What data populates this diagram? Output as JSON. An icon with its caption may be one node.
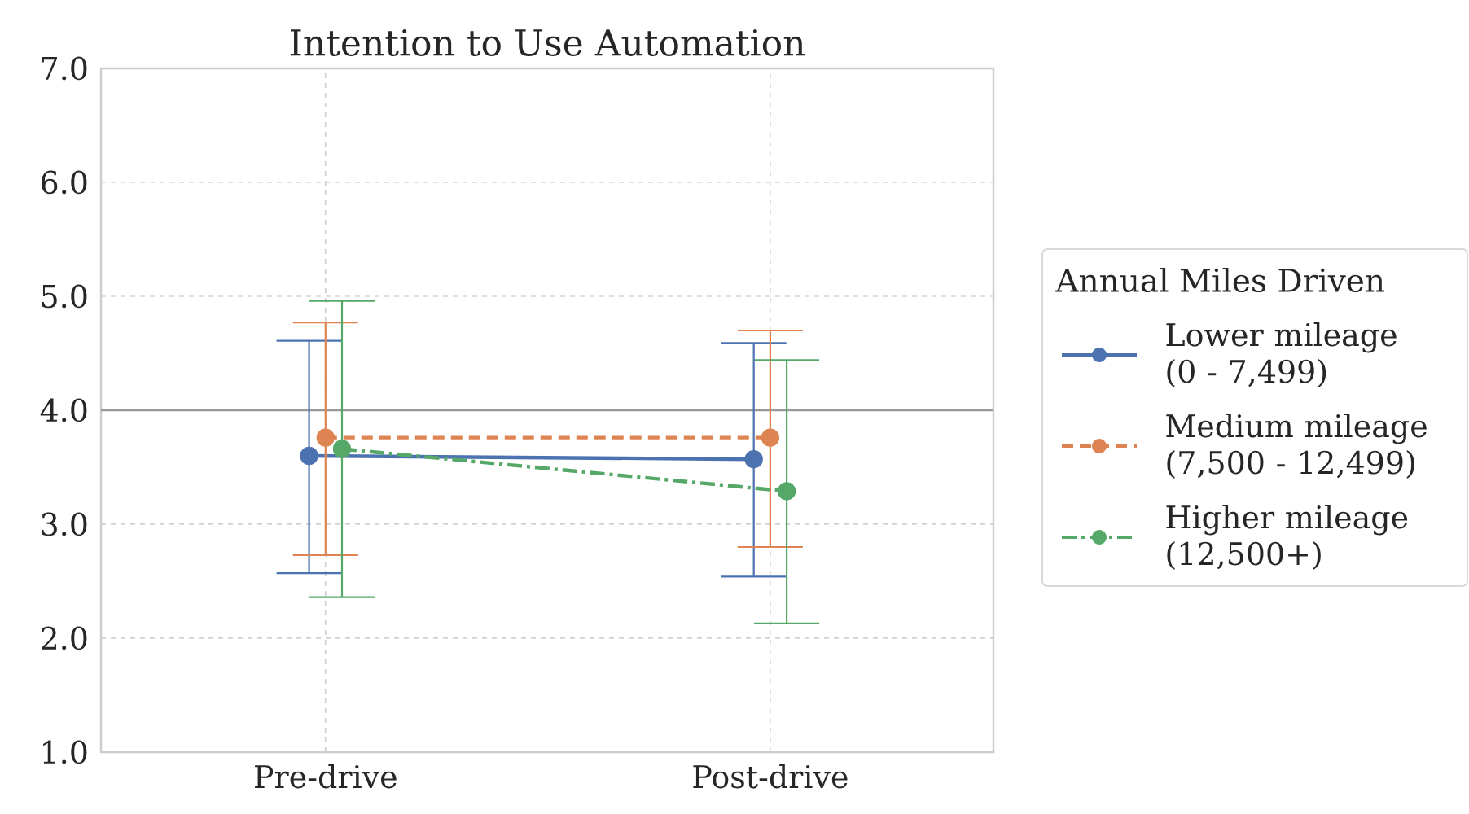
{
  "diagram": {
    "chart_data": {
      "type": "line",
      "title": "Intention to Use Automation",
      "categories": [
        "Pre-drive",
        "Post-drive"
      ],
      "ylim": [
        1.0,
        7.0
      ],
      "yticks": [
        {
          "value": 1.0,
          "label": "1.0"
        },
        {
          "value": 2.0,
          "label": "2.0"
        },
        {
          "value": 3.0,
          "label": "3.0"
        },
        {
          "value": 4.0,
          "label": "4.0"
        },
        {
          "value": 5.0,
          "label": "5.0"
        },
        {
          "value": 6.0,
          "label": "6.0"
        },
        {
          "value": 7.0,
          "label": "7.0"
        }
      ],
      "grid": true,
      "legend": {
        "title": "Annual Miles Driven"
      },
      "series": [
        {
          "name": "Lower mileage (0 - 7,499)",
          "color": "#4c72b0",
          "line_style": "solid",
          "marker": "circle",
          "values": [
            3.6,
            3.57
          ],
          "errors": [
            [
              2.57,
              4.61
            ],
            [
              2.54,
              4.59
            ]
          ]
        },
        {
          "name": "Medium mileage (7,500 - 12,499)",
          "color": "#dd8452",
          "line_style": "dashed",
          "marker": "circle",
          "values": [
            3.76,
            3.76
          ],
          "errors": [
            [
              2.73,
              4.77
            ],
            [
              2.8,
              4.7
            ]
          ]
        },
        {
          "name": "Higher mileage (12,500+)",
          "color": "#55a868",
          "line_style": "dashdot",
          "marker": "circle",
          "values": [
            3.66,
            3.29
          ],
          "errors": [
            [
              2.36,
              4.96
            ],
            [
              2.13,
              4.44
            ]
          ]
        }
      ],
      "ref_lines": [
        {
          "axis": "y",
          "value": 4.0,
          "color": "#999999"
        }
      ]
    }
  }
}
